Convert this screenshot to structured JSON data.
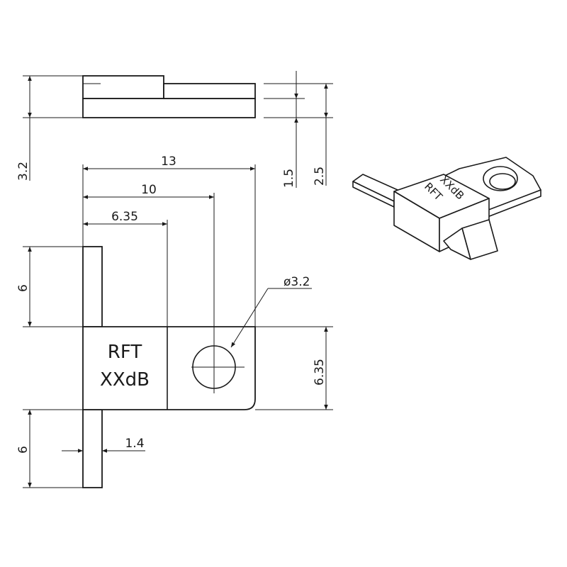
{
  "marking": {
    "line1": "RFT",
    "line2": "XXdB"
  },
  "dimensions": {
    "width_total": "13",
    "hole_center": "10",
    "body_width": "6.35",
    "tab_top_length": "6",
    "tab_bottom_length": "6",
    "tab_width": "1.4",
    "body_height": "6.35",
    "hole_diameter": "ø3.2",
    "total_height": "3.2",
    "flange_thickness": "1.5",
    "lead_height": "2.5"
  },
  "iso_marking": {
    "line1": "RFT",
    "line2": "XXdB"
  }
}
